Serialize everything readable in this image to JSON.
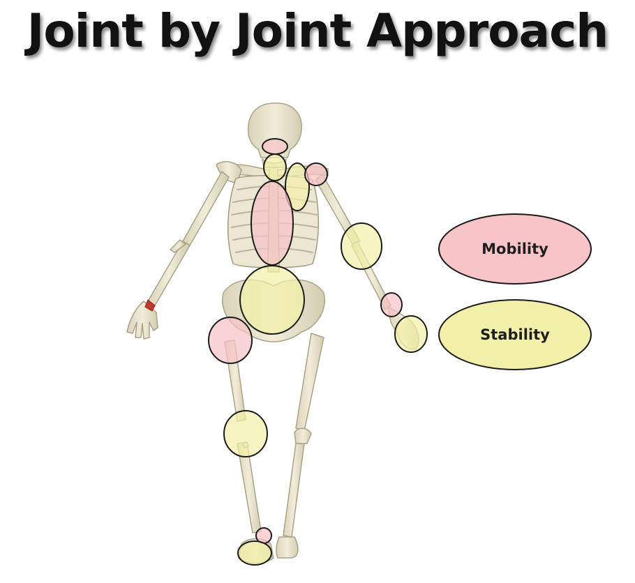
{
  "title": "Joint by Joint Approach",
  "legend": [
    {
      "key": "mobility",
      "label": "Mobility",
      "color": "#f7c4c8"
    },
    {
      "key": "stability",
      "label": "Stability",
      "color": "#f2f0a8"
    }
  ],
  "joints": [
    {
      "name": "joint-cervical",
      "type": "mobility"
    },
    {
      "name": "joint-lower-cervical",
      "type": "stability"
    },
    {
      "name": "joint-scapula",
      "type": "stability"
    },
    {
      "name": "joint-shoulder",
      "type": "mobility"
    },
    {
      "name": "joint-thoracic-spine",
      "type": "mobility"
    },
    {
      "name": "joint-elbow",
      "type": "stability"
    },
    {
      "name": "joint-lumbar-spine",
      "type": "stability"
    },
    {
      "name": "joint-wrist",
      "type": "mobility"
    },
    {
      "name": "joint-hand",
      "type": "stability"
    },
    {
      "name": "joint-hip",
      "type": "mobility"
    },
    {
      "name": "joint-knee",
      "type": "stability"
    },
    {
      "name": "joint-ankle",
      "type": "mobility"
    },
    {
      "name": "joint-foot",
      "type": "stability"
    }
  ]
}
